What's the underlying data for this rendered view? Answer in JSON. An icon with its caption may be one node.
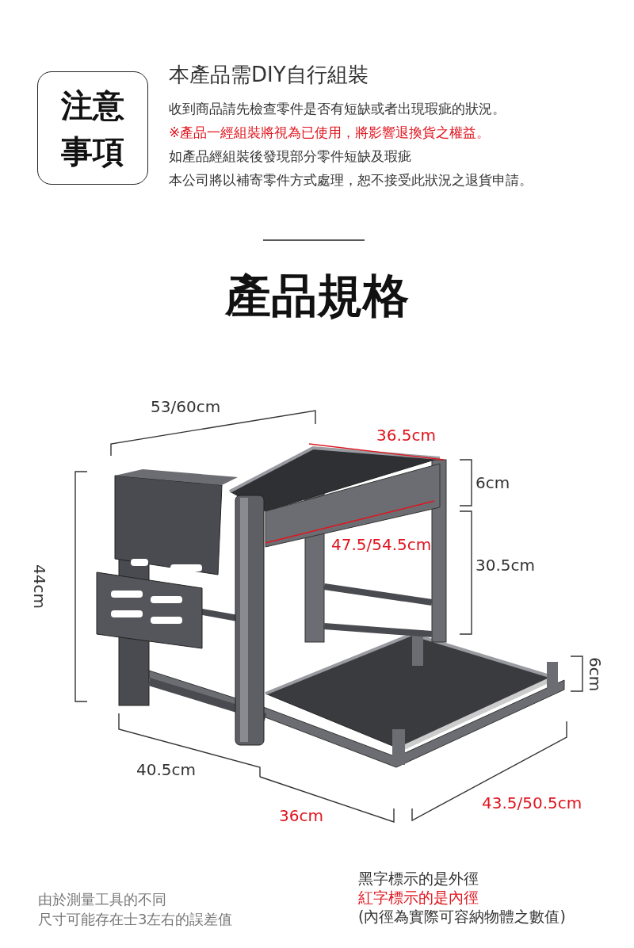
{
  "diagram": {
    "title": "產品規格",
    "nodes": [
      {
        "text": [
          "注意事項"
        ]
      }
    ],
    "labels": [
      "本產品需DIY自行組裝",
      "收到商品請先檢查零件是否有短缺或者出現瑕疵的狀況。",
      "※產品一經組裝將視為已使用，將影響退換貨之權益。",
      "如產品經組裝後發現部分零件短缺及瑕疵",
      "本公司將以補寄零件方式處理，恕不接受此狀況之退貨申請。",
      "53/60cm",
      "36.5cm",
      "6cm",
      "44cm",
      "47.5/54.5cm",
      "30.5cm",
      "6cm",
      "40.5cm",
      "36cm",
      "43.5/50.5cm",
      "由於測量工具的不同",
      "尺寸可能存在士3左右的誤差值",
      "黑字標示的是外徑",
      "紅字標示的是內徑",
      "(內徑為實際可容納物體之數值)"
    ]
  }
}
